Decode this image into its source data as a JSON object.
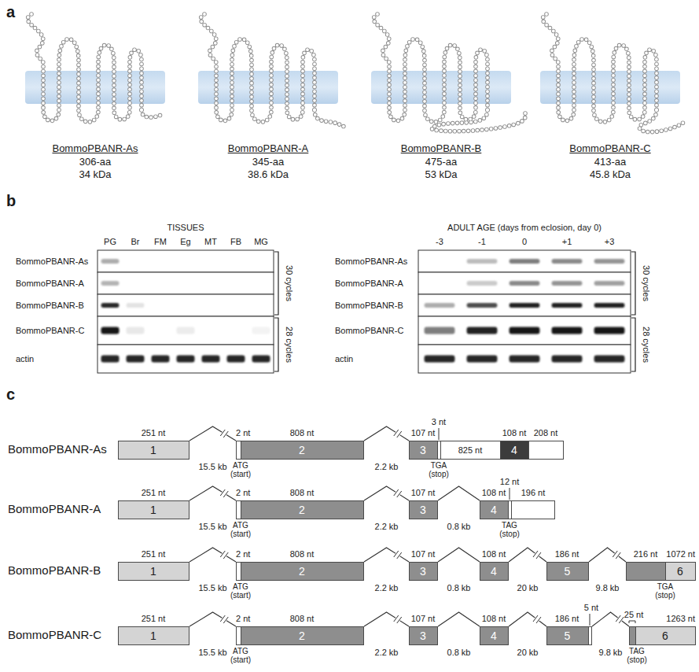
{
  "diagram": {
    "nodes": [
      {
        "text": [
          "1"
        ]
      },
      {
        "text": [
          "2"
        ]
      },
      {
        "text": [
          "3"
        ]
      },
      {
        "text": [
          "4"
        ]
      },
      {
        "text": [
          "1"
        ]
      },
      {
        "text": [
          "2"
        ]
      },
      {
        "text": [
          "3"
        ]
      },
      {
        "text": [
          "4"
        ]
      },
      {
        "text": [
          "1"
        ]
      },
      {
        "text": [
          "2"
        ]
      },
      {
        "text": [
          "3"
        ]
      },
      {
        "text": [
          "4"
        ]
      },
      {
        "text": [
          "5"
        ]
      },
      {
        "text": [
          "6"
        ]
      },
      {
        "text": [
          "1"
        ]
      },
      {
        "text": [
          "2"
        ]
      },
      {
        "text": [
          "3"
        ]
      },
      {
        "text": [
          "4"
        ]
      },
      {
        "text": [
          "5"
        ]
      },
      {
        "text": [
          "6"
        ]
      }
    ],
    "edges": [
      {
        "from": 0,
        "to": 1,
        "arrow": "none",
        "label": "15.5 kb"
      },
      {
        "from": 1,
        "to": 2,
        "arrow": "none",
        "label": "2.2 kb"
      },
      {
        "from": 4,
        "to": 5,
        "arrow": "none",
        "label": "15.5 kb"
      },
      {
        "from": 5,
        "to": 6,
        "arrow": "none",
        "label": "2.2 kb"
      },
      {
        "from": 6,
        "to": 7,
        "arrow": "none",
        "label": "0.8 kb"
      },
      {
        "from": 8,
        "to": 9,
        "arrow": "none",
        "label": "15.5 kb"
      },
      {
        "from": 9,
        "to": 10,
        "arrow": "none",
        "label": "2.2 kb"
      },
      {
        "from": 10,
        "to": 11,
        "arrow": "none",
        "label": "0.8 kb"
      },
      {
        "from": 11,
        "to": 12,
        "arrow": "none",
        "label": "20 kb"
      },
      {
        "from": 12,
        "to": 13,
        "arrow": "none",
        "label": "9.8 kb"
      },
      {
        "from": 14,
        "to": 15,
        "arrow": "none",
        "label": "15.5 kb"
      },
      {
        "from": 15,
        "to": 16,
        "arrow": "none",
        "label": "2.2 kb"
      },
      {
        "from": 16,
        "to": 17,
        "arrow": "none",
        "label": "0.8 kb"
      },
      {
        "from": 17,
        "to": 18,
        "arrow": "none",
        "label": "20 kb"
      },
      {
        "from": 18,
        "to": 19,
        "arrow": "none",
        "label": "9.8 kb"
      }
    ],
    "labels": [
      "a",
      "BommoPBANR-As",
      "306-aa",
      "34 kDa",
      "BommoPBANR-A",
      "345-aa",
      "38.6 kDa",
      "BommoPBANR-B",
      "475-aa",
      "53 kDa",
      "BommoPBANR-C",
      "413-aa",
      "45.8 kDa",
      "b",
      "TISSUES",
      "PG",
      "Br",
      "FM",
      "Eg",
      "MT",
      "FB",
      "MG",
      "BommoPBANR-As",
      "BommoPBANR-A",
      "BommoPBANR-B",
      "BommoPBANR-C",
      "actin",
      "30 cycles",
      "28 cycles",
      "ADULT AGE (days from eclosion, day 0)",
      "-3",
      "-1",
      "0",
      "+1",
      "+3",
      "BommoPBANR-As",
      "BommoPBANR-A",
      "BommoPBANR-B",
      "BommoPBANR-C",
      "actin",
      "30 cycles",
      "28 cycles",
      "c",
      "BommoPBANR-As",
      "251 nt",
      "2 nt",
      "808 nt",
      "107 nt",
      "3 nt",
      "825 nt",
      "108 nt",
      "208 nt",
      "ATG (start)",
      "TGA (stop)",
      "BommoPBANR-A",
      "251 nt",
      "2 nt",
      "808 nt",
      "107 nt",
      "108 nt",
      "12 nt",
      "196 nt",
      "ATG (start)",
      "TAG (stop)",
      "BommoPBANR-B",
      "251 nt",
      "2 nt",
      "808 nt",
      "107 nt",
      "108 nt",
      "186 nt",
      "216 nt",
      "1072 nt",
      "ATG (start)",
      "TGA (stop)",
      "BommoPBANR-C",
      "251 nt",
      "2 nt",
      "808 nt",
      "107 nt",
      "108 nt",
      "186 nt",
      "5 nt",
      "25 nt",
      "1263 nt",
      "ATG (start)",
      "TAG (stop)"
    ]
  }
}
